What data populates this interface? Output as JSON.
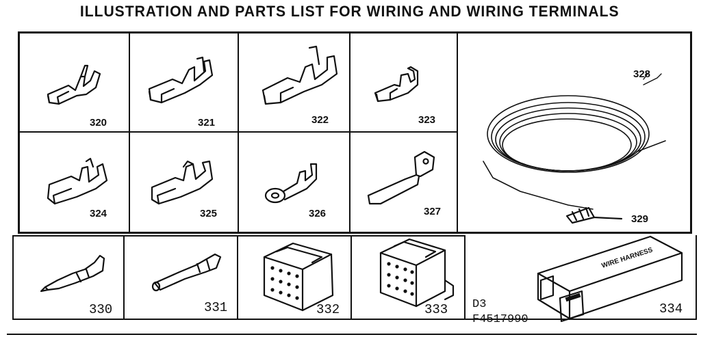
{
  "title": "ILLUSTRATION AND PARTS LIST FOR WIRING AND WIRING TERMINALS",
  "parts": {
    "p320": "320",
    "p321": "321",
    "p322": "322",
    "p323": "323",
    "p324": "324",
    "p325": "325",
    "p326": "326",
    "p327": "327",
    "p328": "328",
    "p329": "329",
    "p330": "330",
    "p331": "331",
    "p332": "332",
    "p333": "333",
    "p334": "334"
  },
  "harness_label": "WIRE HARNESS",
  "diagram_code": "D3",
  "diagram_number": "F4517990"
}
